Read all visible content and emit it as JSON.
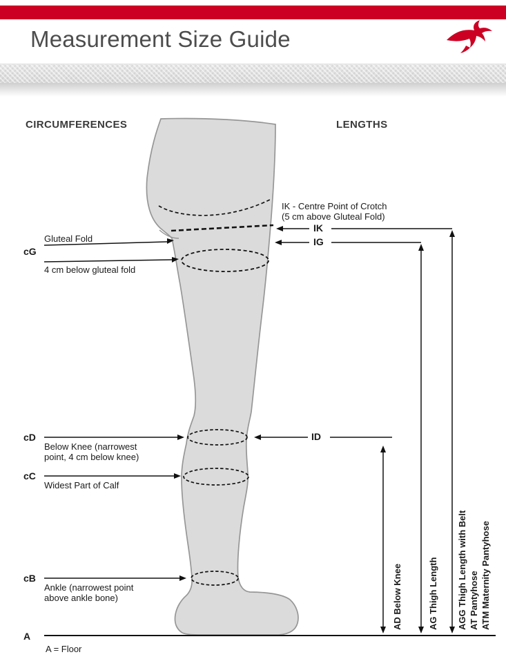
{
  "header": {
    "title": "Measurement Size Guide"
  },
  "headings": {
    "left": "CIRCUMFERENCES",
    "right": "LENGTHS"
  },
  "circumferences": [
    {
      "code": "cG",
      "labels": [
        "Gluteal Fold",
        "4 cm below gluteal fold"
      ]
    },
    {
      "code": "cD",
      "labels": [
        "Below Knee (narrowest point, 4 cm below knee)"
      ]
    },
    {
      "code": "cC",
      "labels": [
        "Widest Part of Calf"
      ]
    },
    {
      "code": "cB",
      "labels": [
        "Ankle (narrowest point above ankle bone)"
      ]
    }
  ],
  "floor": {
    "code": "A",
    "label": "A = Floor"
  },
  "lengths": {
    "crotch_note": [
      "IK - Centre Point of Crotch",
      "(5 cm above Gluteal Fold)"
    ],
    "marker_ik": "IK",
    "marker_ig": "IG",
    "marker_id": "ID",
    "vertical_labels": [
      "AD Below Knee",
      "AG Thigh Length",
      "AGG Thigh Length with Belt",
      "AT Pantyhose",
      "ATM Maternity Pantyhose"
    ]
  },
  "colors": {
    "brand_red": "#cc0022",
    "leg_fill": "#dbdbdb",
    "leg_outline": "#969696",
    "line_black": "#111111"
  }
}
